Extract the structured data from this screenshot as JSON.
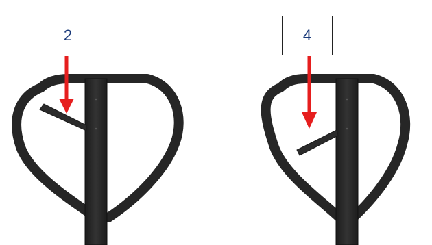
{
  "diagram": {
    "panels": [
      {
        "label": "2",
        "position_description": "lever-raised"
      },
      {
        "label": "4",
        "position_description": "lever-lowered"
      }
    ],
    "colors": {
      "handle": "#2b2b2b",
      "arrow": "#e61e1e",
      "label_text": "#1a3a7a"
    }
  }
}
